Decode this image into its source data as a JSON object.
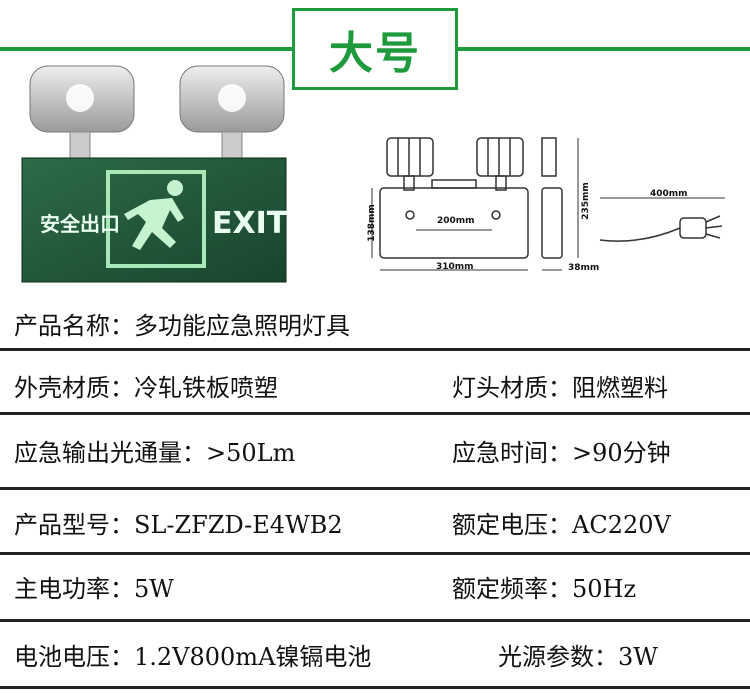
{
  "header": {
    "title": "大号"
  },
  "product_image": {
    "sign_text_cn": "安全出口",
    "sign_text_en": "EXIT"
  },
  "dimensions": {
    "d_400": "400mm",
    "d_200": "200mm",
    "d_310": "310mm",
    "d_138": "138mm",
    "d_235": "235mm",
    "d_38": "38mm"
  },
  "specs": {
    "name": "产品名称：多功能应急照明灯具",
    "housing": "外壳材质：冷轧铁板喷塑",
    "lamp_head": "灯头材质：阻燃塑料",
    "flux": "应急输出光通量：>50Lm",
    "emergency_time": "应急时间：>90分钟",
    "model": "产品型号：SL-ZFZD-E4WB2",
    "voltage": "额定电压：AC220V",
    "power": "主电功率：5W",
    "frequency": "额定频率：50Hz",
    "battery": "电池电压：1.2V800mA镍镉电池",
    "light_source": "光源参数：3W"
  },
  "colors": {
    "brand_green": "#1e9a3c",
    "sign_green": "#1f5a3a"
  }
}
